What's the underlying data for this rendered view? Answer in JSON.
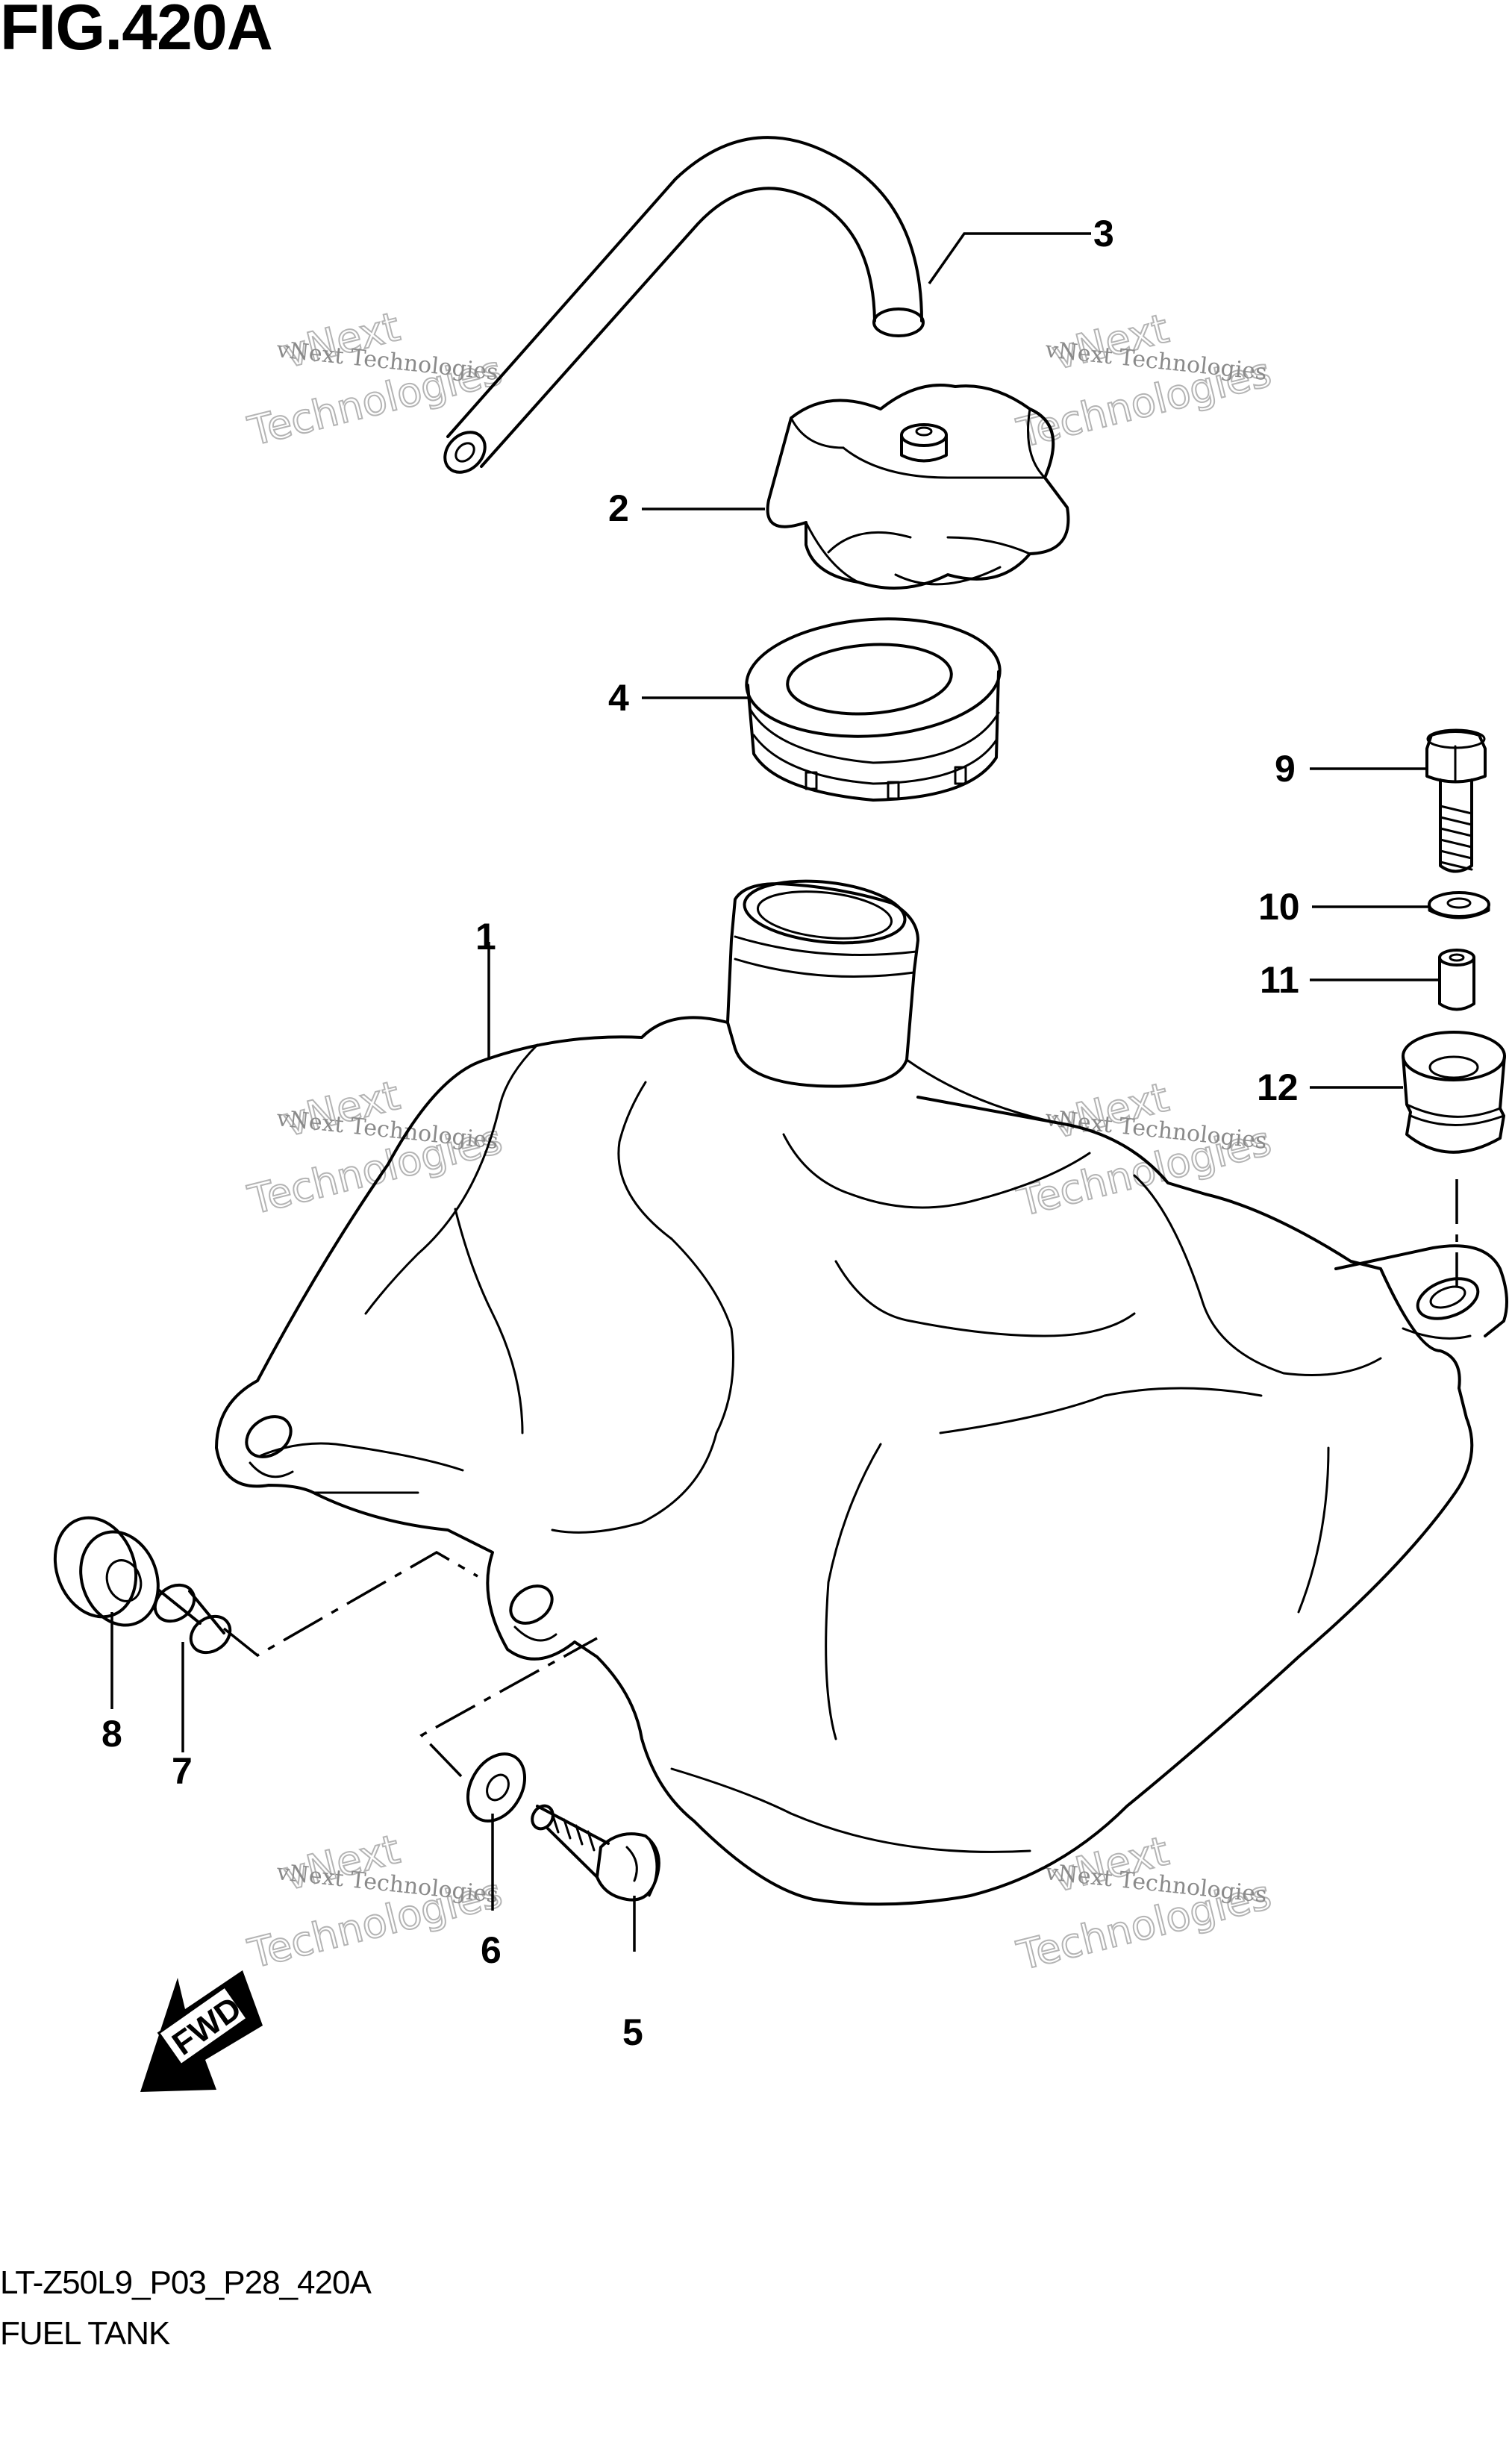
{
  "figure": {
    "title": "FIG.420A",
    "model_code": "LT-Z50L9_P03_P28_420A",
    "section_name": "FUEL TANK"
  },
  "direction_arrow": {
    "label": "FWD"
  },
  "callouts": [
    {
      "id": "1"
    },
    {
      "id": "2"
    },
    {
      "id": "3"
    },
    {
      "id": "4"
    },
    {
      "id": "5"
    },
    {
      "id": "6"
    },
    {
      "id": "7"
    },
    {
      "id": "8"
    },
    {
      "id": "9"
    },
    {
      "id": "10"
    },
    {
      "id": "11"
    },
    {
      "id": "12"
    }
  ],
  "watermark": {
    "line_small": "vNext Technologies",
    "line_large_top": "vNext",
    "line_large_bottom": "Technologies"
  }
}
